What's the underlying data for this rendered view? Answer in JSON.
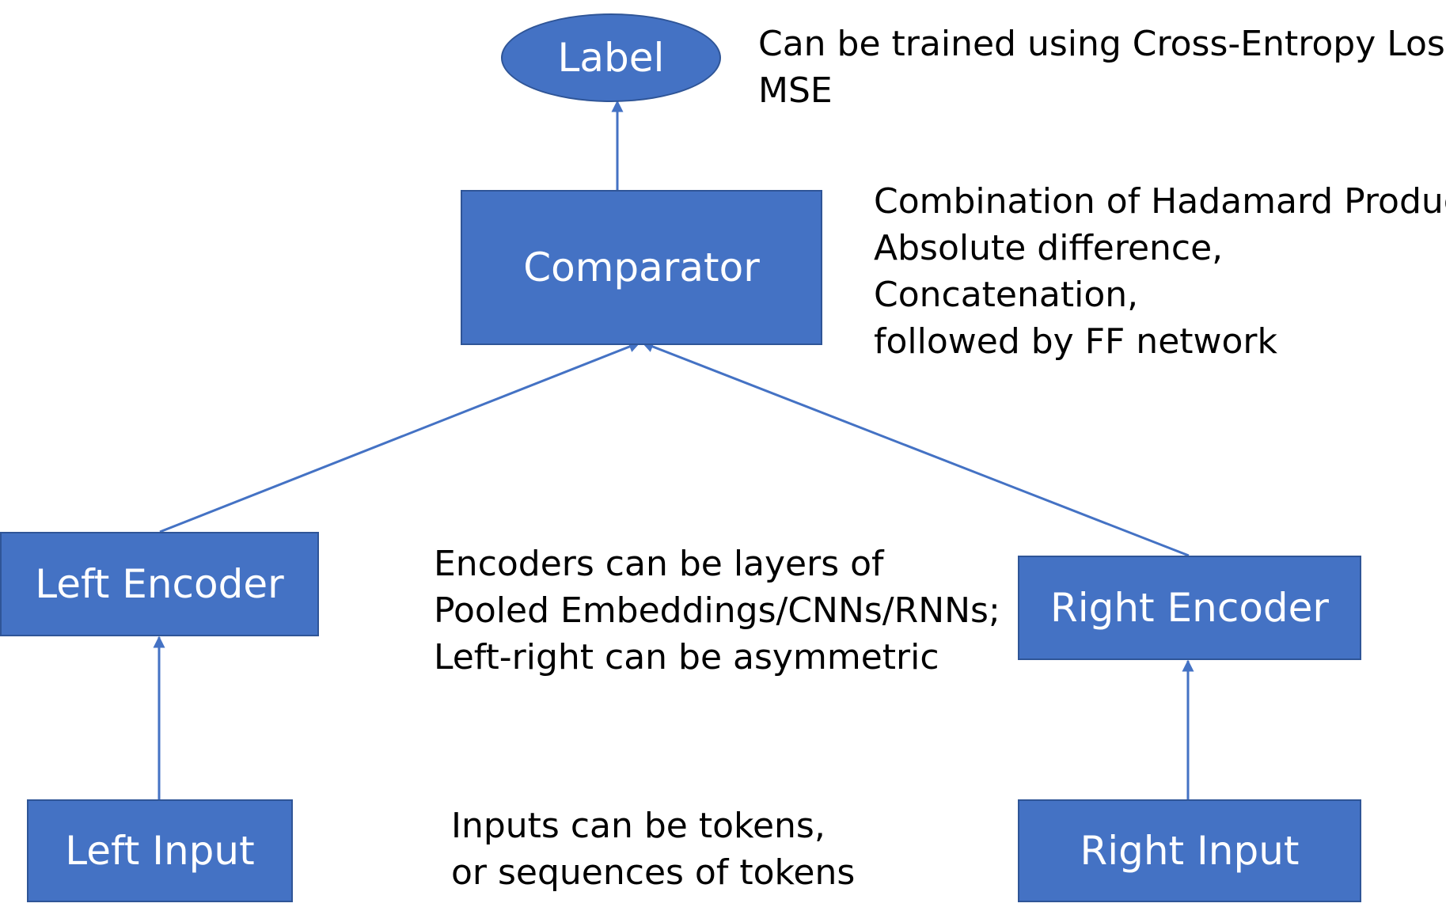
{
  "diagram": {
    "colors": {
      "node_fill": "#4472C4",
      "node_border": "#2F5597",
      "node_text": "#FFFFFF",
      "connector": "#4472C4",
      "annotation_text": "#000000"
    },
    "nodes": {
      "label": "Label",
      "comparator": "Comparator",
      "left_encoder": "Left Encoder",
      "right_encoder": "Right Encoder",
      "left_input": "Left Input",
      "right_input": "Right Input"
    },
    "edges": [
      {
        "from": "comparator",
        "to": "label"
      },
      {
        "from": "left_encoder",
        "to": "comparator"
      },
      {
        "from": "right_encoder",
        "to": "comparator"
      },
      {
        "from": "left_input",
        "to": "left_encoder"
      },
      {
        "from": "right_input",
        "to": "right_encoder"
      }
    ],
    "annotations": {
      "label_note": [
        "Can be trained using Cross-Entropy Loss,",
        "MSE"
      ],
      "comparator_note": [
        "Combination of Hadamard Product,",
        "Absolute difference,",
        "Concatenation,",
        "followed by FF network"
      ],
      "encoder_note": [
        "Encoders can be layers of",
        "Pooled Embeddings/CNNs/RNNs;",
        "Left-right can be asymmetric"
      ],
      "input_note": [
        "Inputs can be tokens,",
        "or sequences of tokens"
      ]
    }
  }
}
